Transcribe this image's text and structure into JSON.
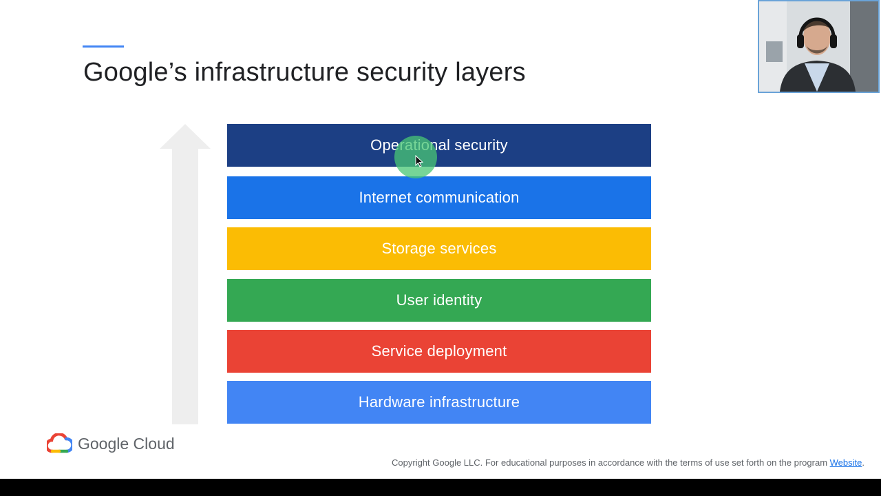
{
  "slide": {
    "title": "Google’s infrastructure security layers",
    "accent_color": "#4285f4",
    "layers": [
      {
        "label": "Operational security",
        "color": "#1c3f84"
      },
      {
        "label": "Internet communication",
        "color": "#1a73e8"
      },
      {
        "label": "Storage services",
        "color": "#fbbc04"
      },
      {
        "label": "User identity",
        "color": "#34a853"
      },
      {
        "label": "Service deployment",
        "color": "#ea4335"
      },
      {
        "label": "Hardware infrastructure",
        "color": "#4285f4"
      }
    ],
    "arrow_icon": "up-arrow-icon"
  },
  "footer": {
    "logo_text": "Google Cloud",
    "copyright_text": "Copyright Google LLC. For educational purposes in accordance with the terms of use set forth on the program ",
    "copyright_link": "Website",
    "copyright_end": "."
  },
  "overlay": {
    "pointer_icon": "mouse-pointer-icon",
    "webcam_icon": "presenter-video-feed"
  }
}
